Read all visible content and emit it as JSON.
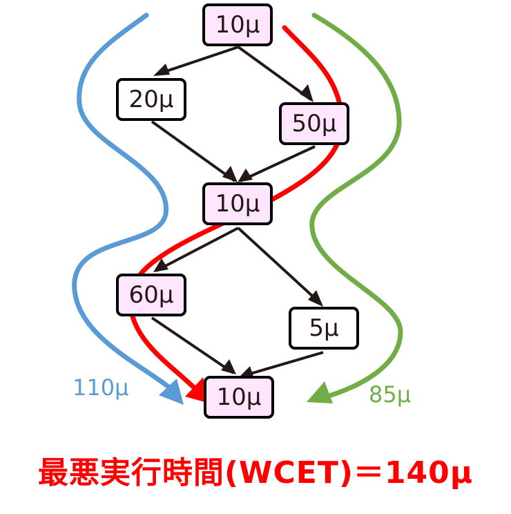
{
  "nodes": [
    {
      "label": "10μ",
      "highlighted": true
    },
    {
      "label": "20μ",
      "highlighted": false
    },
    {
      "label": "50μ",
      "highlighted": true
    },
    {
      "label": "10μ",
      "highlighted": true
    },
    {
      "label": "60μ",
      "highlighted": true
    },
    {
      "label": "5μ",
      "highlighted": false
    },
    {
      "label": "10μ",
      "highlighted": true
    }
  ],
  "paths": {
    "blue": {
      "label": "110μ",
      "color": "#5b9bd5"
    },
    "red": {
      "color": "#ff0000"
    },
    "green": {
      "label": "85μ",
      "color": "#70ad47"
    }
  },
  "colors": {
    "node_fill": "#ffe6ff",
    "edge": "#231815"
  },
  "title": "最悪実行時間(WCET)＝140μ"
}
